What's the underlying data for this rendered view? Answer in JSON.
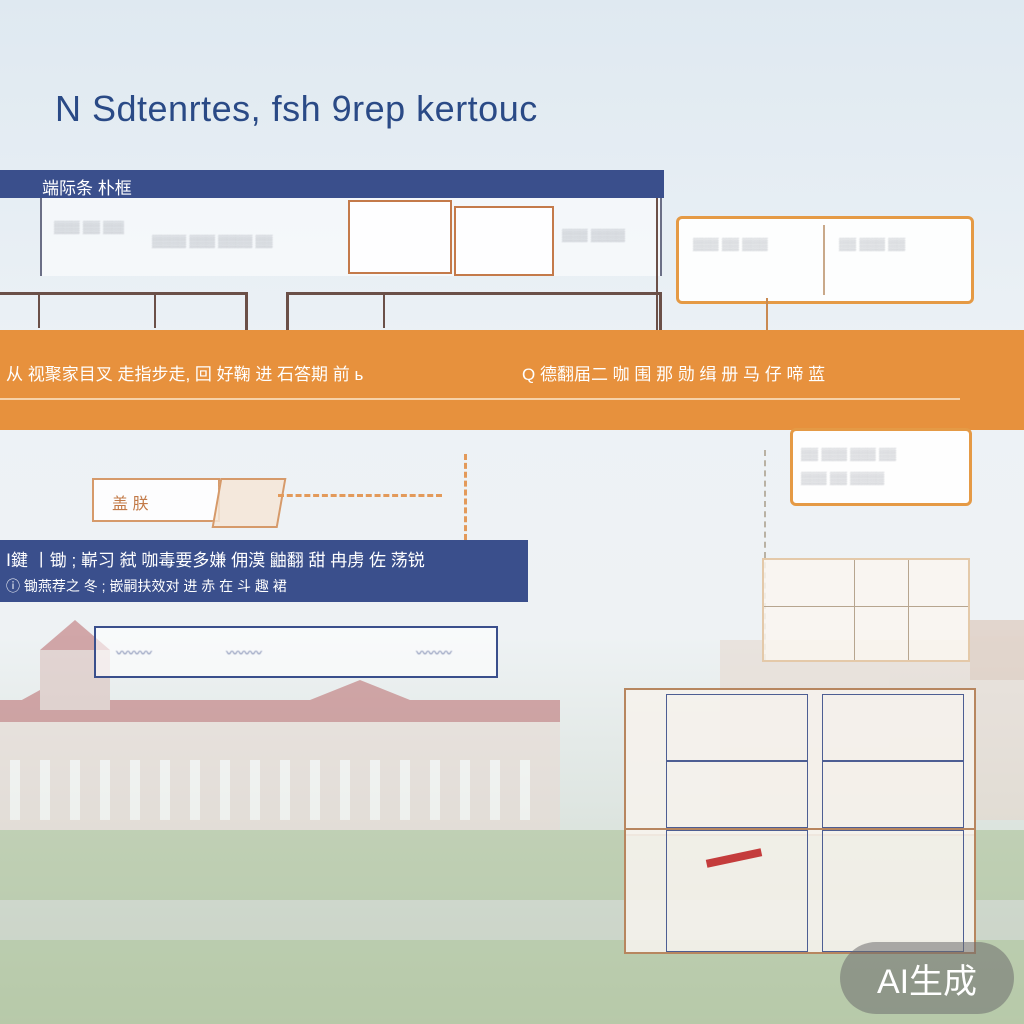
{
  "title": "N Sdtenrtes, fsh 9rep kertouc",
  "header_bar_label": "端际条 朴框",
  "orange_band": {
    "left_text": "从 视聚家目叉 走指步走, 回 好鞠 进 石答期 前 ь",
    "right_text": "Q 德翻届二 咖 围 那 勋 缉 册 马 仔 啼 蓝"
  },
  "sub_label": "盖 朕",
  "navy_banner": {
    "line1": "Ⅰ鍵 丨锄 ; 嶄习 弑 咖毒要多嫌 佣漠 鼬翻 甜 冉虏 佐 荡锐",
    "line2": "ⓘ 锄燕荐之 冬 ; 嵌嗣扶效对 进 赤 在 斗 趣 裙"
  },
  "watermark": "AI生成",
  "colors": {
    "navy": "#3a4f8c",
    "orange": "#e7913d",
    "brown": "#6b5048"
  }
}
